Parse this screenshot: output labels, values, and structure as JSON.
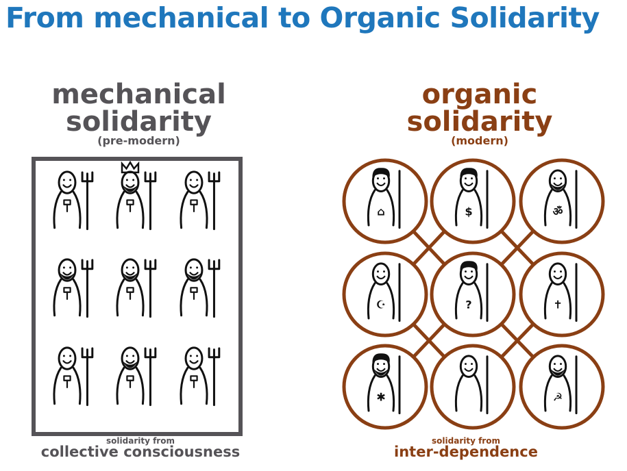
{
  "title": "From mechanical to Organic Solidarity",
  "mechanical": {
    "line1": "mechanical",
    "line2": "solidarity",
    "era": "(pre-modern)",
    "footer_small": "solidarity from",
    "footer_big": "collective consciousness"
  },
  "organic": {
    "line1": "organic",
    "line2": "solidarity",
    "era": "(modern)",
    "footer_small": "solidarity from",
    "footer_big": "inter-dependence",
    "symbols": [
      "⌂",
      "$",
      "ॐ",
      "☪",
      "?",
      "✝",
      "✱",
      "",
      "☭"
    ]
  },
  "colors": {
    "title": "#1f77bc",
    "mechanical": "#555357",
    "organic": "#8a3f14",
    "figure": "#111111"
  }
}
